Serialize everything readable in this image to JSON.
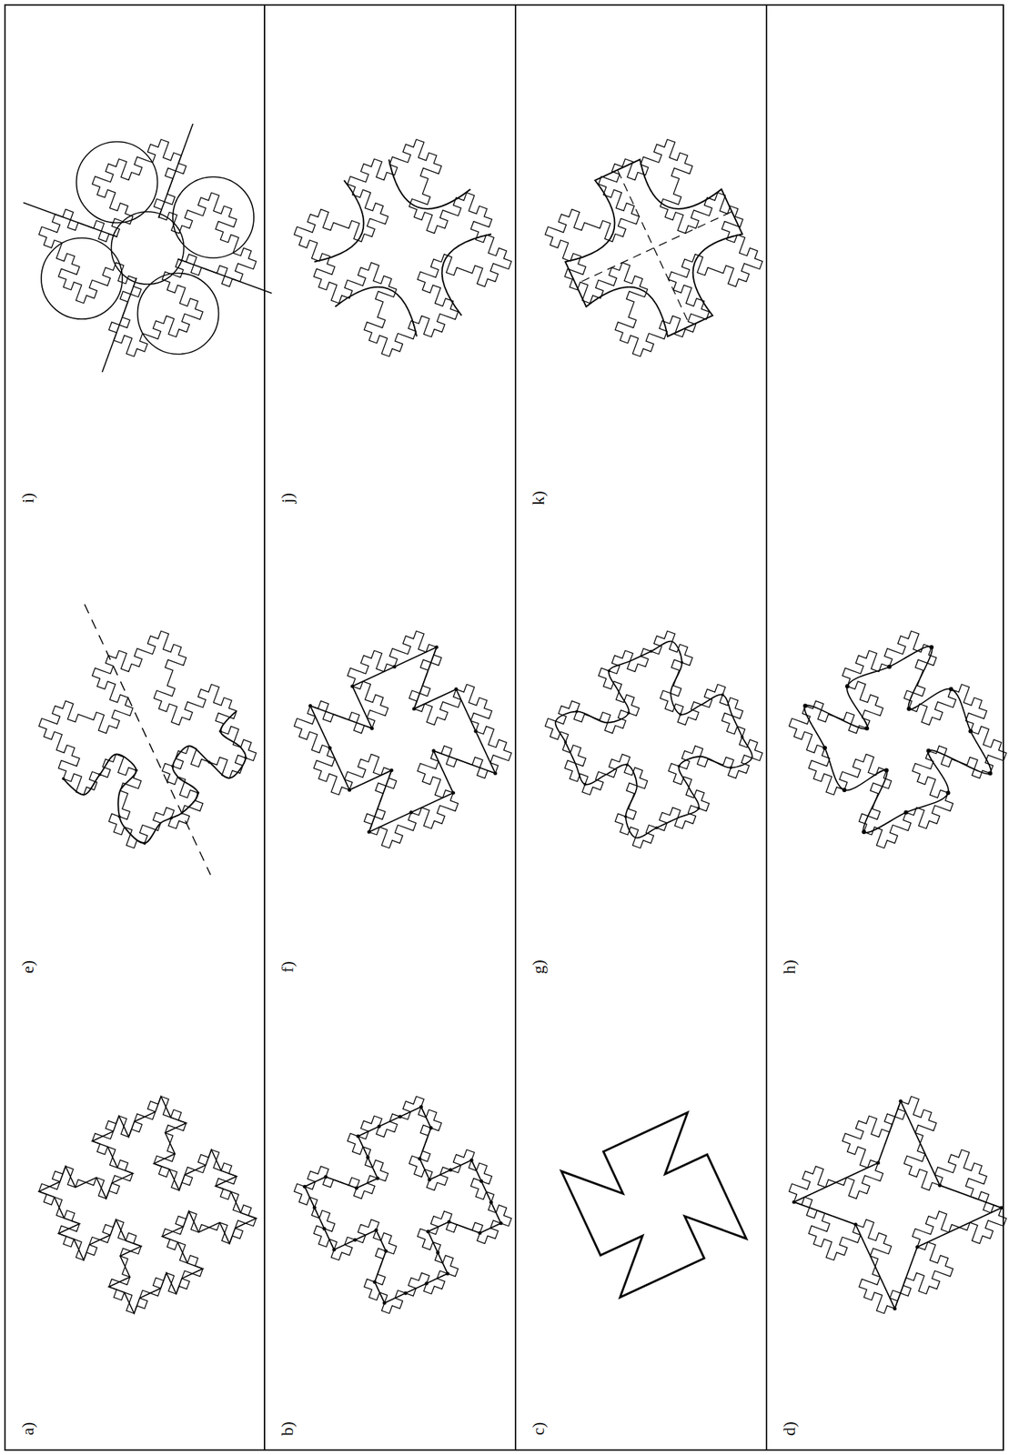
{
  "diagram": {
    "labels": [
      "a)",
      "b)",
      "c)",
      "d)",
      "e)",
      "f)",
      "g)",
      "h)",
      "i)",
      "j)",
      "k)"
    ]
  }
}
